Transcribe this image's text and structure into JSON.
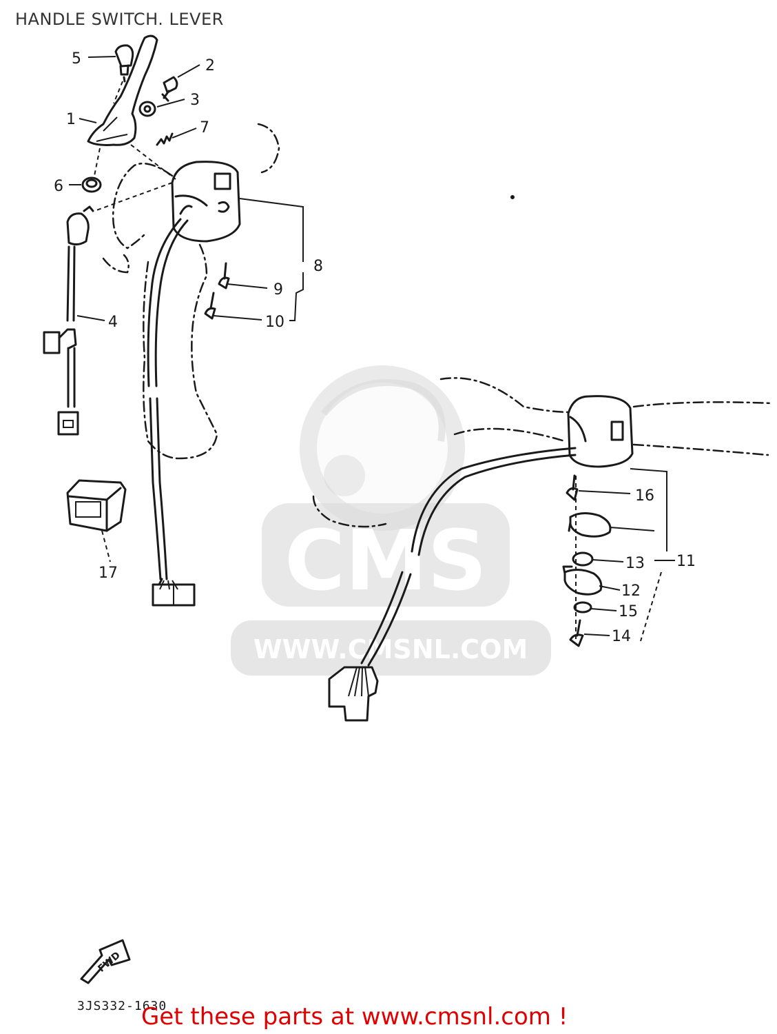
{
  "title": "HANDLE SWITCH. LEVER",
  "callouts": {
    "p1": "1",
    "p2": "2",
    "p3": "3",
    "p4": "4",
    "p5": "5",
    "p6": "6",
    "p7": "7",
    "p8": "8",
    "p9": "9",
    "p10": "10",
    "p11": "11",
    "p12": "12",
    "p13": "13",
    "p14": "14",
    "p15": "15",
    "p16": "16",
    "p17": "17"
  },
  "watermark": {
    "logo_text": "CMS",
    "url_text": "WWW.CMSNL.COM"
  },
  "fwd_label": "FWD",
  "diagram_code": "3JS332-1630",
  "footer": {
    "link_text": "Get these parts at www.cmsnl.com !"
  },
  "colors": {
    "ink": "#1a1a1a",
    "watermark": "#d8d8d8",
    "footer_link": "#e00000"
  }
}
